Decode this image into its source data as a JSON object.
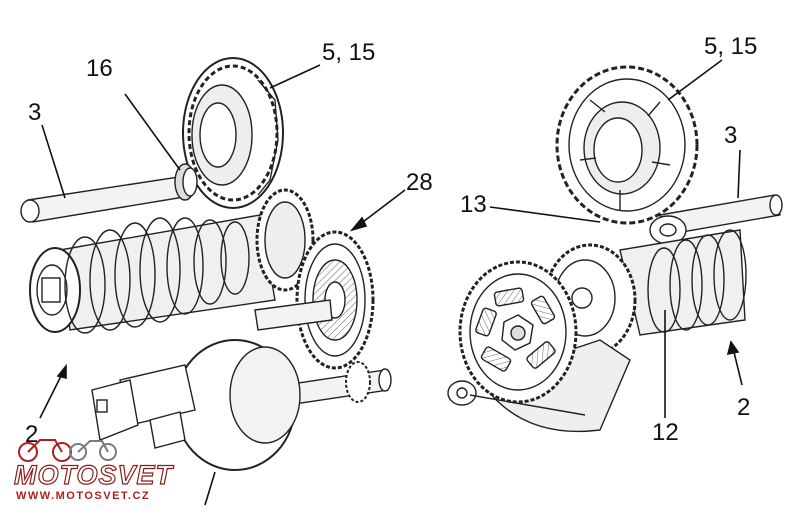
{
  "labels": {
    "left_3": "3",
    "left_16": "16",
    "left_5_15": "5, 15",
    "left_28": "28",
    "left_2": "2",
    "right_5_15": "5, 15",
    "right_3": "3",
    "right_13": "13",
    "right_2": "2",
    "right_12": "12"
  },
  "watermark": {
    "brand": "MOTOSVET",
    "url": "WWW.MOTOSVET.CZ",
    "color": "#b21e1e"
  },
  "colors": {
    "line": "#222222",
    "fill": "#ffffff",
    "shade": "#d9d9d9"
  }
}
